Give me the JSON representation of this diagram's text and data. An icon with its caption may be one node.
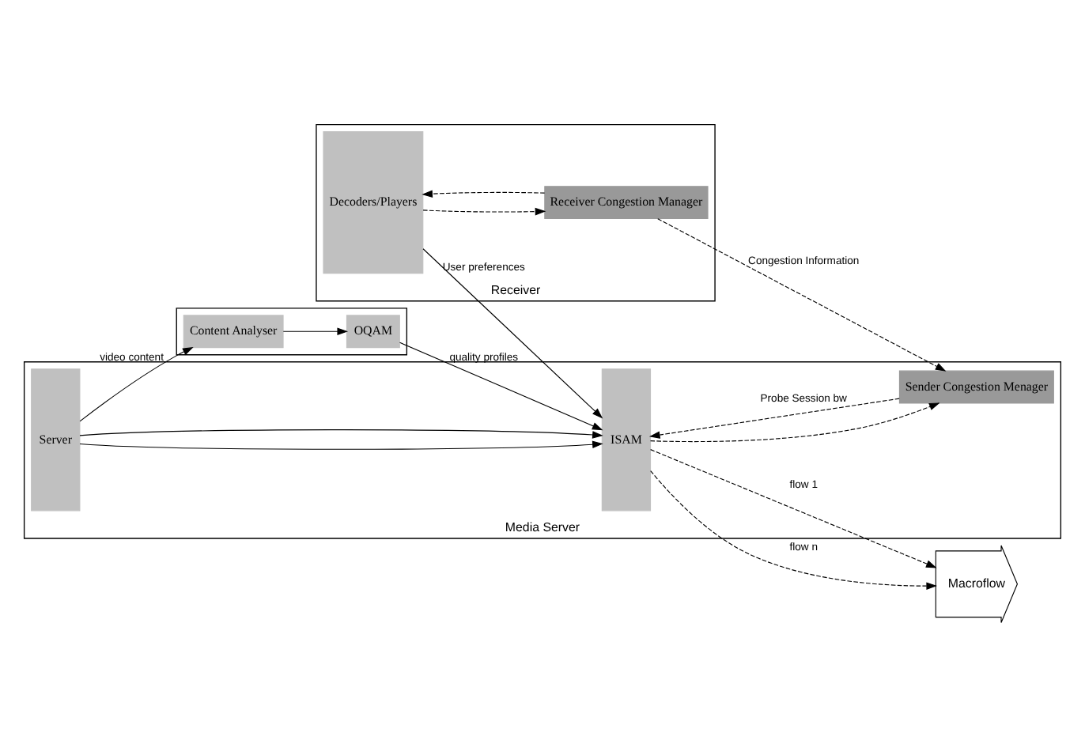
{
  "diagram": {
    "nodes": [
      {
        "text": [],
        "shape": "box"
      },
      {
        "text": [
          "Content Analyser"
        ],
        "in": 0
      },
      {
        "text": [
          "OQAM"
        ],
        "in": 0
      },
      {
        "text": [
          "Media Server"
        ]
      },
      {
        "text": [
          "Server"
        ],
        "in": 3
      },
      {
        "text": [
          "ISAM"
        ],
        "in": 3
      },
      {
        "text": [
          "Sender Congestion Menager"
        ],
        "in": 3
      },
      {
        "text": [
          "Macroflow"
        ]
      },
      {
        "text": [
          "Receiver"
        ]
      },
      {
        "text": [
          "Decoders/Players"
        ],
        "in": 8
      },
      {
        "text": [
          "Receiver Congestion Manager"
        ],
        "in": 8
      }
    ],
    "edges": [
      {
        "from": 4,
        "to": 1,
        "arrow": "to",
        "label": "video content"
      },
      {
        "from": 1,
        "to": 2,
        "arrow": "to"
      },
      {
        "from": 2,
        "to": 5,
        "arrow": "to",
        "label": "quality profiles"
      },
      {
        "from": 4,
        "to": 5,
        "arrow": "to"
      },
      {
        "from": 4,
        "to": 5,
        "arrow": "to"
      },
      {
        "from": 5,
        "to": 7,
        "arrow": "to",
        "style": "dashed",
        "label": "flow 1"
      },
      {
        "from": 5,
        "to": 7,
        "arrow": "to",
        "style": "dashed",
        "label": "flow n"
      },
      {
        "from": 9,
        "to": 5,
        "arrow": "to",
        "label": "User preferences"
      },
      {
        "from": 6,
        "to": 5,
        "arrow": "to",
        "style": "dashed",
        "label": "Probe Session bw"
      },
      {
        "from": 5,
        "to": 6,
        "arrow": "to",
        "style": "dashed"
      },
      {
        "from": 10,
        "to": 9,
        "arrow": "to",
        "style": "dashed"
      },
      {
        "from": 9,
        "to": 10,
        "arrow": "to",
        "style": "dashed"
      },
      {
        "from": 10,
        "to": 6,
        "arrow": "to",
        "style": "dashed",
        "label": "Congestion Information"
      }
    ]
  }
}
